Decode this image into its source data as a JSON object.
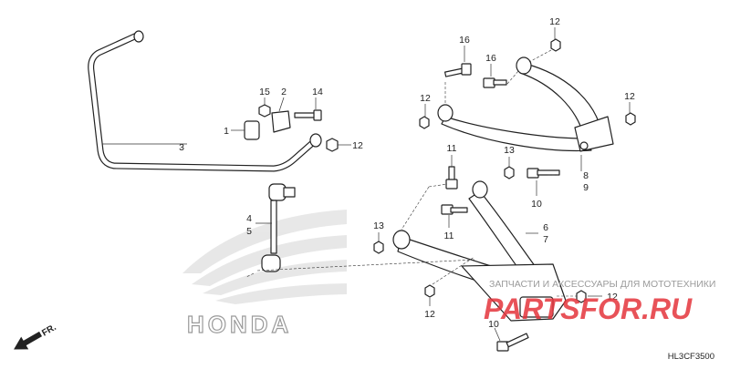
{
  "diagram": {
    "callouts": [
      {
        "id": "c-16a",
        "text": "16"
      },
      {
        "id": "c-12a",
        "text": "12"
      },
      {
        "id": "c-16b",
        "text": "16"
      },
      {
        "id": "c-12b",
        "text": "12"
      },
      {
        "id": "c-12c",
        "text": "12"
      },
      {
        "id": "c-15",
        "text": "15"
      },
      {
        "id": "c-2",
        "text": "2"
      },
      {
        "id": "c-14",
        "text": "14"
      },
      {
        "id": "c-1",
        "text": "1"
      },
      {
        "id": "c-3",
        "text": "3"
      },
      {
        "id": "c-12d",
        "text": "12"
      },
      {
        "id": "c-11a",
        "text": "11"
      },
      {
        "id": "c-13a",
        "text": "13"
      },
      {
        "id": "c-8",
        "text": "8"
      },
      {
        "id": "c-9",
        "text": "9"
      },
      {
        "id": "c-10a",
        "text": "10"
      },
      {
        "id": "c-4",
        "text": "4"
      },
      {
        "id": "c-5",
        "text": "5"
      },
      {
        "id": "c-13b",
        "text": "13"
      },
      {
        "id": "c-11b",
        "text": "11"
      },
      {
        "id": "c-6",
        "text": "6"
      },
      {
        "id": "c-7",
        "text": "7"
      },
      {
        "id": "c-12e",
        "text": "12"
      },
      {
        "id": "c-12f",
        "text": "12"
      },
      {
        "id": "c-10b",
        "text": "10"
      }
    ],
    "direction_label": "FR.",
    "diagram_code": "HL3CF3500"
  },
  "watermark": {
    "brand_text": "HONDA",
    "caption": "ЗАПЧАСТИ И АКСЕССУАРЫ ДЛЯ МОТОТЕХНИКИ",
    "site_text": "PARTSFOR.RU"
  }
}
